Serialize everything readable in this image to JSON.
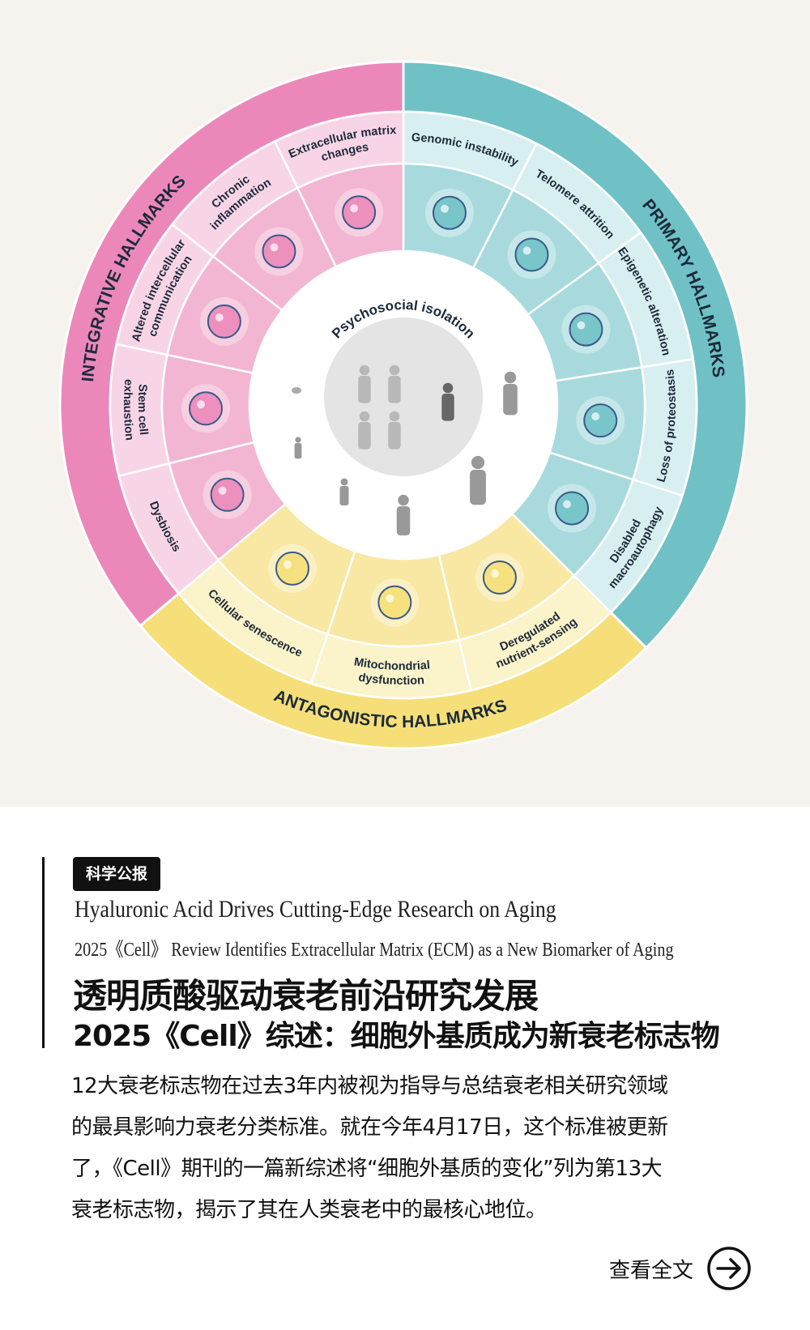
{
  "figure": {
    "center_label": "Psychosocial isolation",
    "groups": [
      {
        "name": "PRIMARY HALLMARKS",
        "color": "#6fc1c6",
        "band": "#d8eff1",
        "inner": "#a8dadd",
        "items": [
          [
            "Genomic instability"
          ],
          [
            "Telomere attrition"
          ],
          [
            "Epigenetic alterations"
          ],
          [
            "Loss of proteostasis"
          ],
          [
            "Disabled",
            "macroautophagy"
          ]
        ]
      },
      {
        "name": "ANTAGONISTIC HALLMARKS",
        "color": "#f6df78",
        "band": "#fbf3c9",
        "inner": "#f8e8a3",
        "items": [
          [
            "Deregulated",
            "nutrient-sensing"
          ],
          [
            "Mitochondrial",
            "dysfunction"
          ],
          [
            "Cellular senescence"
          ]
        ]
      },
      {
        "name": "INTEGRATIVE HALLMARKS",
        "color": "#ec88b9",
        "band": "#f8d5e6",
        "inner": "#f2b6d2",
        "items": [
          [
            "Dysbiosis"
          ],
          [
            "Stem cell",
            "exhaustion"
          ],
          [
            "Altered intercellular",
            "communication"
          ],
          [
            "Chronic",
            "inflammation"
          ],
          [
            "Extracellular matrix",
            "changes"
          ]
        ]
      }
    ]
  },
  "article": {
    "badge": "科学公报",
    "en_title": "Hyaluronic Acid Drives Cutting-Edge Research on Aging",
    "en_subtitle": "2025《Cell》 Review Identifies Extracellular Matrix (ECM) as a New Biomarker of Aging",
    "zh_title": "透明质酸驱动衰老前沿研究发展",
    "zh_subtitle": "2025《Cell》综述：细胞外基质成为新衰老标志物",
    "body_lines": [
      "12大衰老标志物在过去3年内被视为指导与总结衰老相关研究领域",
      "的最具影响力衰老分类标准。就在今年4月17日，这个标准被更新",
      "了，《Cell》期刊的一篇新综述将“细胞外基质的变化”列为第13大",
      "衰老标志物，揭示了其在人类衰老中的最核心地位。"
    ],
    "read_more": "查看全文"
  }
}
